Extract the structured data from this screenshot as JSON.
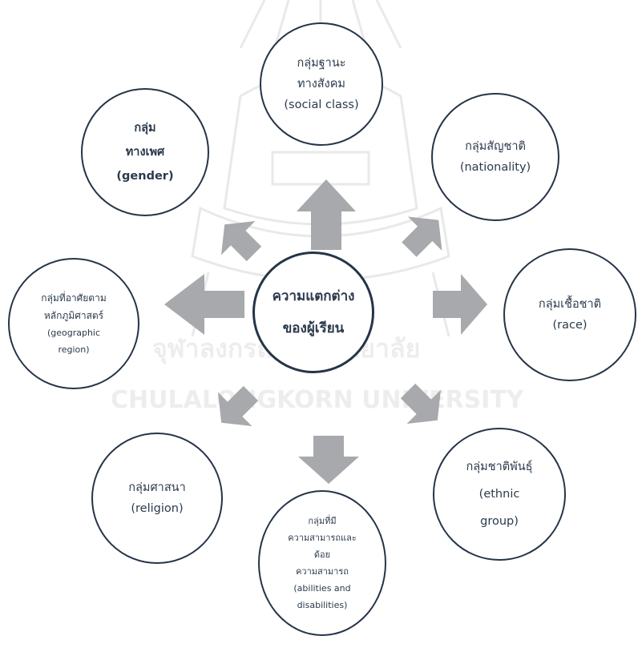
{
  "center": {
    "line1": "ความแตกต่าง",
    "line2": "ของผู้เรียน"
  },
  "nodes": {
    "social_class": {
      "line1": "กลุ่มฐานะ",
      "line2": "ทางสังคม",
      "line3": "(social class)"
    },
    "gender": {
      "line1": "กลุ่ม",
      "line2": "ทางเพศ",
      "line3": "(gender)"
    },
    "nationality": {
      "line1": "กลุ่มสัญชาติ",
      "line2": "(nationality)"
    },
    "geographic": {
      "line1": "กลุ่มที่อาศัยตาม",
      "line2": "หลักภูมิศาสตร์",
      "line3": "(geographic",
      "line4": "region)"
    },
    "race": {
      "line1": "กลุ่มเชื้อชาติ",
      "line2": "(race)"
    },
    "religion": {
      "line1": "กลุ่มศาสนา",
      "line2": "(religion)"
    },
    "abilities": {
      "line1": "กลุ่มที่มี",
      "line2": "ความสามารถและ",
      "line3": "ด้อย",
      "line4": "ความสามารถ",
      "line5": "(abilities and",
      "line6": "disabilities)"
    },
    "ethnic": {
      "line1": "กลุ่มชาติพันธุ์",
      "line2": "(ethnic",
      "line3": "group)"
    }
  },
  "watermark": {
    "text_thai": "จุฬาลงกรณ์มหาวิทยาลัย",
    "text_en": "CHULALONGKORN UNIVERSITY"
  },
  "colors": {
    "circle_border": "#263447",
    "arrow": "#a7a9ac",
    "text": "#2b3a4c"
  }
}
